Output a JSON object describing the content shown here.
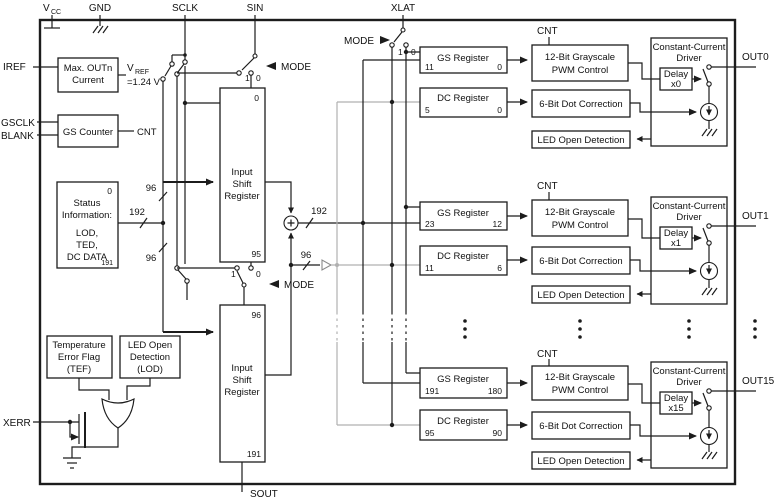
{
  "colors": {
    "line": "#1c1c1c",
    "muted_line": "#b0b0b0",
    "background": "#ffffff"
  },
  "pins": {
    "vcc": {
      "main": "V",
      "sub": "CC"
    },
    "gnd": "GND",
    "sclk": "SCLK",
    "sin": "SIN",
    "xlat": "XLAT",
    "iref": "IREF",
    "gsclk": "GSCLK",
    "blank": "BLANK",
    "xerr": "XERR",
    "sout": "SOUT"
  },
  "mode": {
    "label": "MODE",
    "one": "1",
    "zero": "0"
  },
  "buses": {
    "left192": "192",
    "up96": "96",
    "down96": "96",
    "right192": "192",
    "dc96": "96"
  },
  "blocks": {
    "max_out": {
      "l1": "Max. OUTn",
      "l2": "Current"
    },
    "vref": {
      "main": "V",
      "sub": "REF",
      "value": "=1.24 V"
    },
    "gs_counter": {
      "label": "GS Counter",
      "out": "CNT"
    },
    "status": {
      "c_top": "0",
      "l1": "Status",
      "l2": "Information:",
      "l3": "LOD,",
      "l4": "TED,",
      "l5": "DC DATA",
      "c_bot": "191"
    },
    "isr1": {
      "c_top": "0",
      "l1": "Input",
      "l2": "Shift",
      "l3": "Register",
      "c_bot": "95"
    },
    "isr2": {
      "c_top": "96",
      "l1": "Input",
      "l2": "Shift",
      "l3": "Register",
      "c_bot": "191"
    },
    "tef": {
      "l1": "Temperature",
      "l2": "Error Flag",
      "l3": "(TEF)"
    },
    "lod": {
      "l1": "LED Open",
      "l2": "Detection",
      "l3": "(LOD)"
    }
  },
  "channels": [
    {
      "gs": {
        "label": "GS Register",
        "msb": "11",
        "lsb": "0"
      },
      "cnt": "CNT",
      "pwm": {
        "l1": "12-Bit Grayscale",
        "l2": "PWM Control"
      },
      "dc": {
        "label": "DC Register",
        "msb": "5",
        "lsb": "0"
      },
      "dot": "6-Bit Dot Correction",
      "led": "LED Open Detection",
      "drv": {
        "l1": "Constant-Current",
        "l2": "Driver"
      },
      "delay": {
        "l1": "Delay",
        "l2": "x0"
      },
      "out": "OUT0"
    },
    {
      "gs": {
        "label": "GS Register",
        "msb": "23",
        "lsb": "12"
      },
      "cnt": "CNT",
      "pwm": {
        "l1": "12-Bit Grayscale",
        "l2": "PWM Control"
      },
      "dc": {
        "label": "DC Register",
        "msb": "11",
        "lsb": "6"
      },
      "dot": "6-Bit Dot Correction",
      "led": "LED Open Detection",
      "drv": {
        "l1": "Constant-Current",
        "l2": "Driver"
      },
      "delay": {
        "l1": "Delay",
        "l2": "x1"
      },
      "out": "OUT1"
    },
    {
      "gs": {
        "label": "GS Register",
        "msb": "191",
        "lsb": "180"
      },
      "cnt": "CNT",
      "pwm": {
        "l1": "12-Bit Grayscale",
        "l2": "PWM Control"
      },
      "dc": {
        "label": "DC Register",
        "msb": "95",
        "lsb": "90"
      },
      "dot": "6-Bit Dot Correction",
      "led": "LED Open Detection",
      "drv": {
        "l1": "Constant-Current",
        "l2": "Driver"
      },
      "delay": {
        "l1": "Delay",
        "l2": "x15"
      },
      "out": "OUT15"
    }
  ]
}
